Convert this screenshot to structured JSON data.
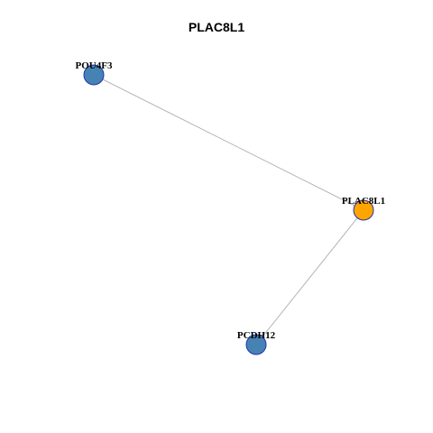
{
  "title": "PLAC8L1",
  "colors": {
    "center_fill": "#FFA500",
    "neighbor_fill": "#4682B4",
    "node_border": "#2233AA",
    "edge": "#B3B3B3"
  },
  "nodes": [
    {
      "id": "POU4F3",
      "label": "POU4F3",
      "role": "neighbor"
    },
    {
      "id": "PLAC8L1",
      "label": "PLAC8L1",
      "role": "center"
    },
    {
      "id": "PCDH12",
      "label": "PCDH12",
      "role": "neighbor"
    }
  ],
  "edges": [
    {
      "source": "POU4F3",
      "target": "PLAC8L1"
    },
    {
      "source": "PLAC8L1",
      "target": "PCDH12"
    }
  ]
}
